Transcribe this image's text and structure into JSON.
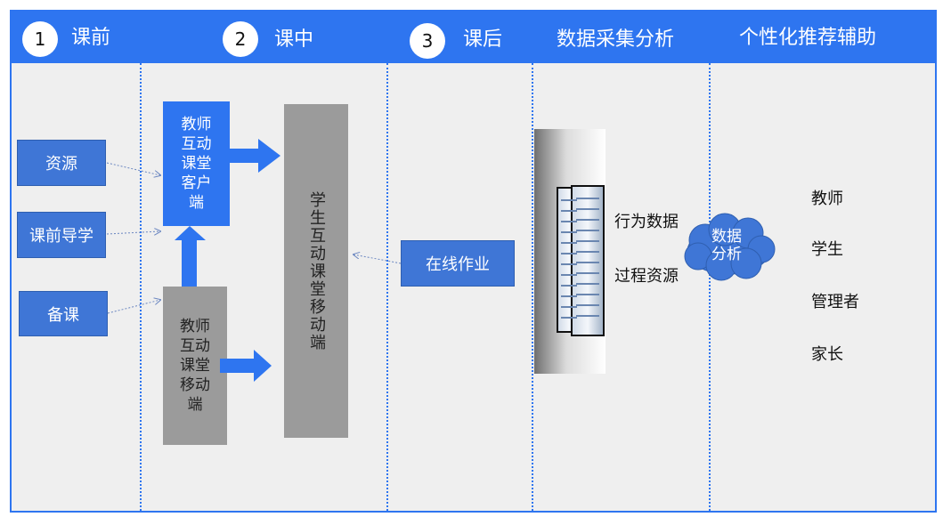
{
  "header": {
    "phases": [
      {
        "number": "1",
        "label": "课前"
      },
      {
        "number": "2",
        "label": "课中"
      },
      {
        "number": "3",
        "label": "课后"
      }
    ],
    "data_collection": "数据采集分析",
    "personalized": "个性化推荐辅助"
  },
  "before_class": {
    "items": [
      "资源",
      "课前导学",
      "备课"
    ]
  },
  "in_class": {
    "teacher_client": "教师\n互动\n课堂\n客户\n端",
    "teacher_mobile": "教师\n互动\n课堂\n移动\n端",
    "student_mobile": "学生互动课堂移动端"
  },
  "after_class": {
    "online_homework": "在线作业"
  },
  "data": {
    "behavior": "行为数据",
    "process": "过程资源",
    "cloud_label": "数据\n分析"
  },
  "recommend": {
    "targets": [
      "教师",
      "学生",
      "管理者",
      "家长"
    ]
  },
  "colors": {
    "accent": "#2e75f0",
    "box_blue": "#3f76d6",
    "box_gray": "#9b9b9b",
    "panel": "#efefef"
  }
}
